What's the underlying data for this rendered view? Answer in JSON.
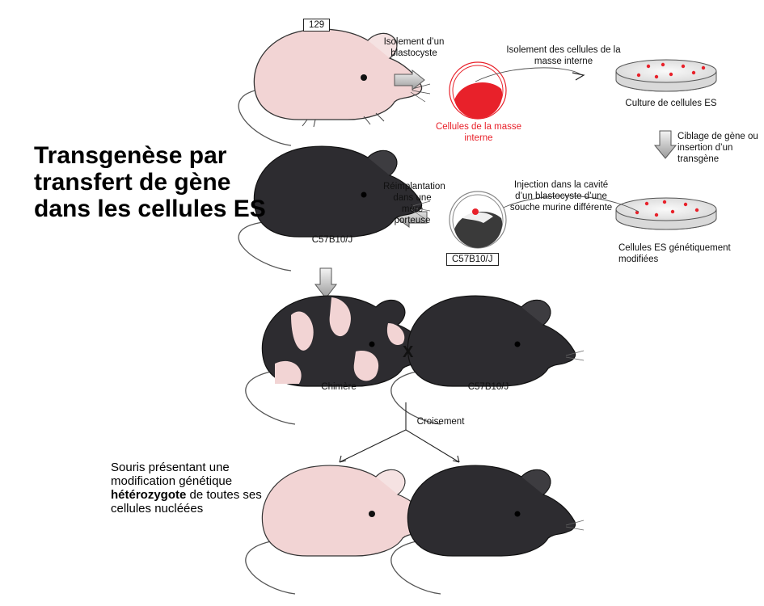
{
  "title": "Transgenèse par transfert de gène dans les cellules ES",
  "strains": {
    "top_box": "129",
    "middle_box": "C57B10/J"
  },
  "labels": {
    "isolement_blastocyste": "Isolement d’un blastocyste",
    "cellules_masse_interne": "Cellules de la masse interne",
    "isolement_cellules": "Isolement des cellules de la masse interne",
    "culture_es": "Culture de cellules ES",
    "ciblage": "Ciblage de gène ou insertion d’un transgène",
    "injection": "Injection dans la cavité d’un blastocyste d’une souche murine différente",
    "es_modifiees": "Cellules ES génétiquement modifiées",
    "reimplantation": "Réimplantation dans une mère porteuse",
    "c57_mouse": "C57B10/J",
    "chimere": "Chimère",
    "c57_partner": "C57B10/J",
    "cross_symbol": "X",
    "croisement": "Croisement"
  },
  "caption": {
    "line1": "Souris présentant une modification génétique",
    "bold": "hétérozygote",
    "line2": "de toutes ses cellules nucléées"
  },
  "colors": {
    "pink": "#f2d4d4",
    "black": "#2d2c30",
    "red": "#e8212a",
    "arrow": "#bdbdbd"
  }
}
